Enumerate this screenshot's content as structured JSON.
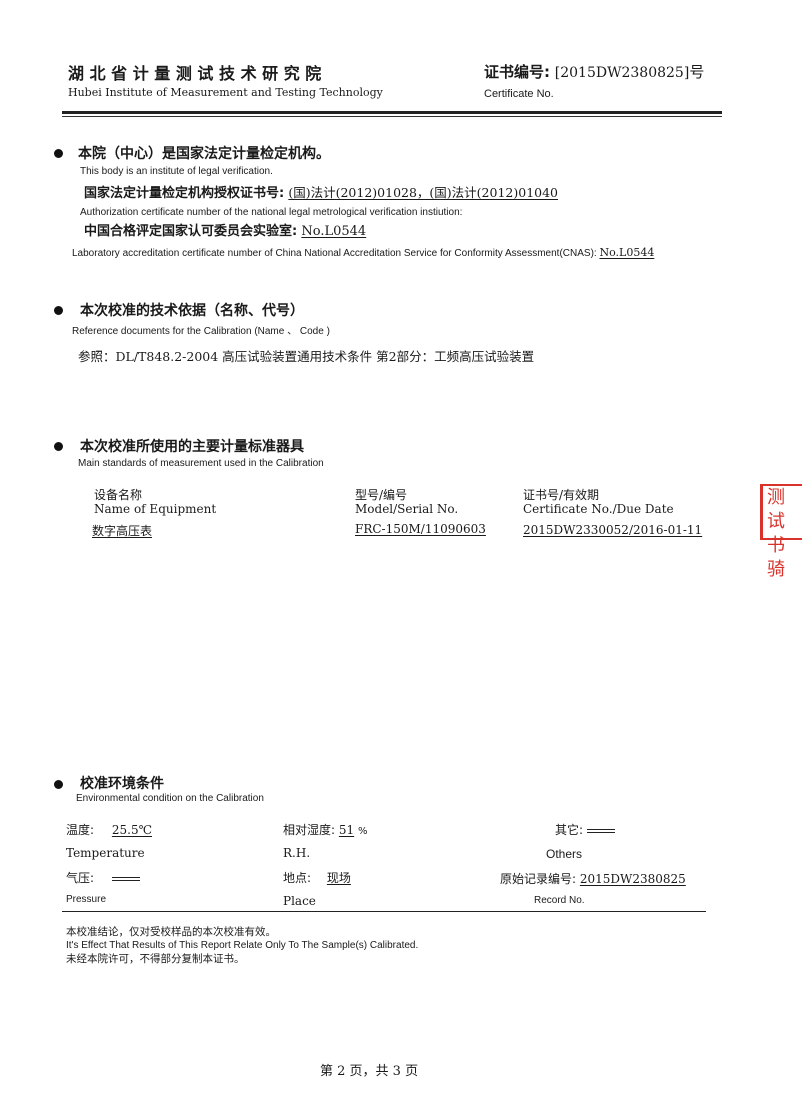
{
  "header": {
    "institute_cn": "湖 北 省 计 量 测 试 技 术 研 究 院",
    "institute_en": "Hubei Institute of Measurement and Testing Technology",
    "cert_label_cn": "证书编号:",
    "cert_number": "[2015DW2380825]",
    "cert_suffix": "号",
    "cert_label_en": "Certificate No."
  },
  "section1": {
    "title_cn": "本院（中心）是国家法定计量检定机构。",
    "title_en": "This body is an institute  of  legal  verification.",
    "auth_label_cn": "国家法定计量检定机构授权证书号:",
    "auth_value": "(国)法计(2012)01028，(国)法计(2012)01040",
    "auth_label_en": "Authorization certificate number of the national legal metrological verification instiution:",
    "cnas_label_cn": "中国合格评定国家认可委员会实验室:",
    "cnas_value": "No.L0544",
    "cnas_label_en": "Laboratory accreditation certificate number of China National Accreditation Service for Conformity Assessment(CNAS):",
    "cnas_value_en": "No.L0544"
  },
  "section2": {
    "title_cn": "本次校准的技术依据（名称、代号）",
    "title_en": "Reference documents for the Calibration (Name 、 Code )",
    "reference": "参照：DL/T848.2-2004 高压试验装置通用技术条件  第2部分：工频高压试验装置"
  },
  "section3": {
    "title_cn": "本次校准所使用的主要计量标准器具",
    "title_en": "Main standards of measurement used in the Calibration",
    "columns": [
      {
        "cn": "设备名称",
        "en": "Name of Equipment"
      },
      {
        "cn": "型号/编号",
        "en": "Model/Serial No."
      },
      {
        "cn": "证书号/有效期",
        "en": "Certificate No./Due Date"
      }
    ],
    "rows": [
      {
        "name": "数字高压表",
        "model": "FRC-150M/11090603",
        "cert": "2015DW2330052/2016-01-11"
      }
    ]
  },
  "section4": {
    "title_cn": "校准环境条件",
    "title_en": "Environmental condition on the Calibration",
    "temp_label_cn": "温度:",
    "temp_value": "25.5℃",
    "temp_label_en": "Temperature",
    "rh_label_cn": "相对湿度:",
    "rh_value": "51",
    "rh_unit": "%",
    "rh_label_en": "R.H.",
    "other_label_cn": "其它:",
    "other_label_en": "Others",
    "pressure_label_cn": "气压:",
    "pressure_label_en": "Pressure",
    "place_label_cn": "地点:",
    "place_value": "现场",
    "place_label_en": "Place",
    "record_label_cn": "原始记录编号:",
    "record_value": "2015DW2380825",
    "record_label_en": "Record No."
  },
  "footer": {
    "note1_cn": "本校准结论，仅对受校样品的本次校准有效。",
    "note_en": "It's Effect That Results  of This Report Relate Only To The Sample(s) Calibrated.",
    "note2_cn": "未经本院许可，不得部分复制本证书。",
    "page": "第 2 页，共 3 页"
  },
  "stamp": {
    "line1": "测试",
    "line2": "书骑"
  }
}
